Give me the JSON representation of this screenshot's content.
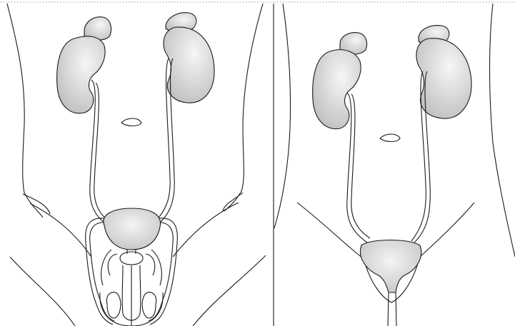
{
  "figure": {
    "panels": [
      {
        "id": "male",
        "organs": [
          "kidney-left",
          "kidney-right",
          "adrenal-left",
          "adrenal-right",
          "ureter-left",
          "ureter-right",
          "bladder",
          "prostate",
          "vas-deferens",
          "penis",
          "testes"
        ]
      },
      {
        "id": "female",
        "organs": [
          "kidney-left",
          "kidney-right",
          "adrenal-left",
          "adrenal-right",
          "ureter-left",
          "ureter-right",
          "bladder",
          "urethra"
        ]
      }
    ],
    "colors": {
      "outline": "#1a1a1a",
      "organ_fill_light": "#f4f4f4",
      "organ_fill_dark": "#bdbdbd",
      "background": "#ffffff",
      "top_border": "#9a9a9a"
    }
  }
}
